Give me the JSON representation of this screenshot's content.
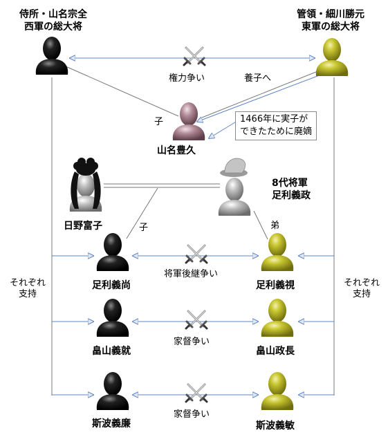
{
  "people": {
    "yamana_title_1": "侍所・山名宗全",
    "yamana_title_2": "西軍の総大将",
    "hosokawa_title_1": "管領・細川勝元",
    "hosokawa_title_2": "東軍の総大将",
    "toyohisa": "山名豊久",
    "yoshimasa_1": "8代将軍",
    "yoshimasa_2": "足利義政",
    "tomiko": "日野富子",
    "yoshihisa": "足利義尚",
    "yoshimi": "足利義視",
    "yoshinari": "畠山義就",
    "masanaga": "畠山政長",
    "yoshikado": "斯波義廉",
    "yoshitoshi": "斯波義敏"
  },
  "labels": {
    "power_struggle": "権力争い",
    "adopted": "養子へ",
    "child_1": "子",
    "child_2": "子",
    "brother": "弟",
    "note_1": "1466年に実子が",
    "note_2": "できたために廃嫡",
    "succession": "将軍後継争い",
    "family_1": "家督争い",
    "family_2": "家督争い",
    "support_left_1": "それぞれ",
    "support_left_2": "支持",
    "support_right_1": "それぞれ",
    "support_right_2": "支持"
  },
  "colors": {
    "west": "#111111",
    "east": "#b5b320",
    "toyohisa": "#8a6b74",
    "shogun": "#a9a9a9",
    "arrow": "#5d84c6",
    "line": "#777777"
  }
}
